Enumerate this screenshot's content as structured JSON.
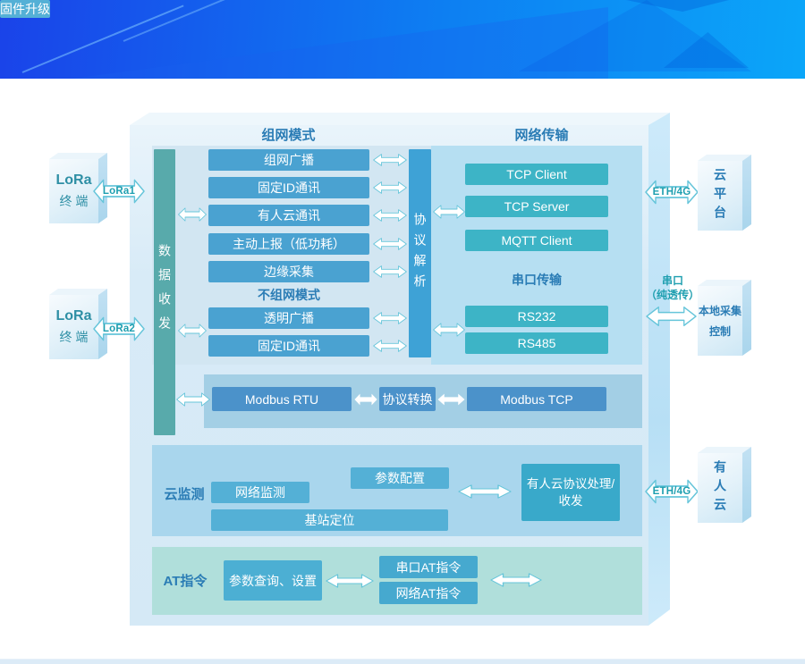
{
  "colors": {
    "banner_gradient_start": "#1a43e9",
    "banner_gradient_end": "#0ba6f9",
    "blue_box": "#4aa2d1",
    "teal_box": "#3db4c6",
    "dark_blue_box": "#4b92ca",
    "data_bar": "#58aaab",
    "protocol_bar": "#3ea2d6",
    "label_blue": "#2a7cb5",
    "label_teal": "#1f9fb0"
  },
  "diagram": {
    "networking": {
      "title": "组网模式",
      "data_bar": "数据收发",
      "protocol_bar": "协议解析",
      "grouped_modes": [
        "组网广播",
        "固定ID通讯",
        "有人云通讯",
        "主动上报（低功耗）",
        "边缘采集"
      ],
      "ungrouped_label": "不组网模式",
      "ungrouped_modes": [
        "透明广播",
        "固定ID通讯"
      ]
    },
    "transport": {
      "title": "网络传输",
      "net_protocols": [
        "TCP Client",
        "TCP Server",
        "MQTT Client"
      ],
      "serial_label": "串口传输",
      "serial_ports": [
        "RS232",
        "RS485"
      ]
    },
    "modbus": {
      "rtu": "Modbus RTU",
      "convert": "协议转换",
      "tcp": "Modbus TCP"
    },
    "cloud_monitor": {
      "label": "云监测",
      "firmware": "固件升级",
      "network": "网络监测",
      "station": "基站定位",
      "config": "参数配置",
      "handler_line1": "有人云协议处理/",
      "handler_line2": "收发"
    },
    "at_cmd": {
      "label": "AT指令",
      "query": "参数查询、设置",
      "serial_at": "串口AT指令",
      "network_at": "网络AT指令"
    }
  },
  "external": {
    "lora_terminal_line1": "LoRa",
    "lora_terminal_line2": "终 端",
    "link_lora1": "LoRa1",
    "link_lora2": "LoRa2",
    "link_eth": "ETH/4G",
    "link_serial_line1": "串口",
    "link_serial_line2": "（纯透传）",
    "cloud_platform": "云平台",
    "local_line1": "本地采集",
    "local_line2": "控制",
    "usr_cloud": "有人云"
  }
}
